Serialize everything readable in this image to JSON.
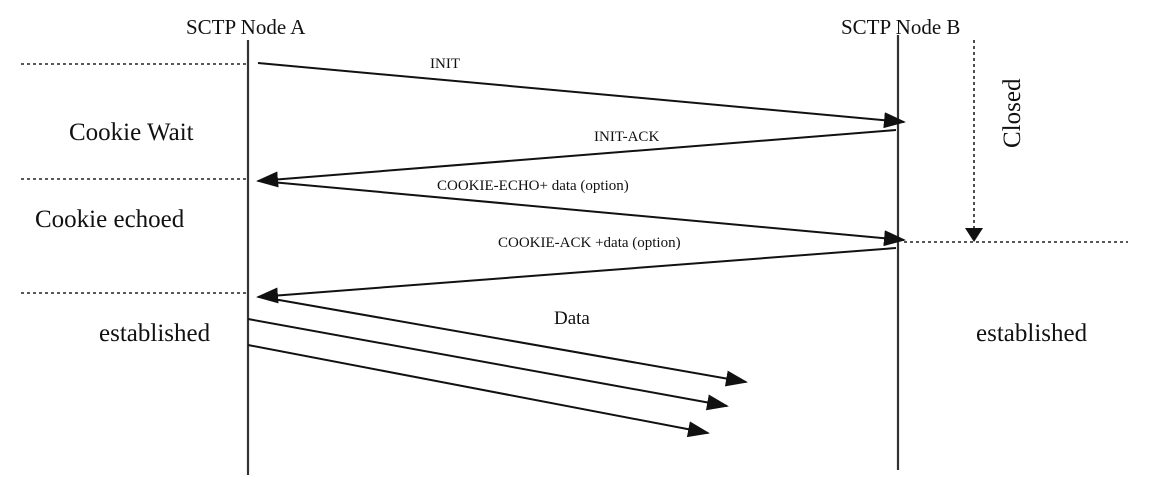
{
  "nodes": {
    "a": "SCTP Node A",
    "b": "SCTP Node B"
  },
  "states_a": {
    "cookie_wait": "Cookie Wait",
    "cookie_echoed": "Cookie echoed",
    "established": "established"
  },
  "states_b": {
    "closed": "Closed",
    "established": "established"
  },
  "messages": {
    "init": "INIT",
    "init_ack": "INIT-ACK",
    "cookie_echo": "COOKIE-ECHO+ data (option)",
    "cookie_ack": "COOKIE-ACK +data (option)",
    "data": "Data"
  }
}
